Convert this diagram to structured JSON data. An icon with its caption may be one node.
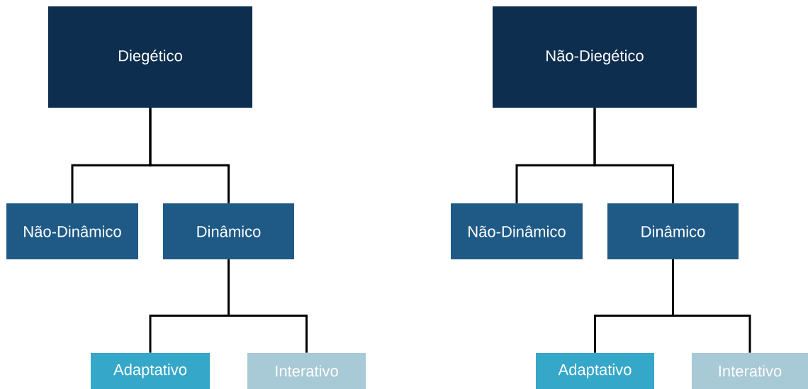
{
  "diagram": {
    "nodes": [
      {
        "text": [
          "Diegético"
        ]
      },
      {
        "text": [
          "Não-Dinâmico"
        ]
      },
      {
        "text": [
          "Dinâmico"
        ]
      },
      {
        "text": [
          "Adaptativo"
        ]
      },
      {
        "text": [
          "Interativo"
        ]
      },
      {
        "text": [
          "Não-Diegético"
        ]
      },
      {
        "text": [
          "Não-Dinâmico"
        ]
      },
      {
        "text": [
          "Dinâmico"
        ]
      },
      {
        "text": [
          "Adaptativo"
        ]
      },
      {
        "text": [
          "Interativo"
        ]
      }
    ],
    "edges": [
      {
        "from": 0,
        "to": 1,
        "arrow": "none"
      },
      {
        "from": 0,
        "to": 2,
        "arrow": "none"
      },
      {
        "from": 2,
        "to": 3,
        "arrow": "none"
      },
      {
        "from": 2,
        "to": 4,
        "arrow": "none"
      },
      {
        "from": 5,
        "to": 6,
        "arrow": "none"
      },
      {
        "from": 5,
        "to": 7,
        "arrow": "none"
      },
      {
        "from": 7,
        "to": 8,
        "arrow": "none"
      },
      {
        "from": 7,
        "to": 9,
        "arrow": "none"
      }
    ]
  }
}
